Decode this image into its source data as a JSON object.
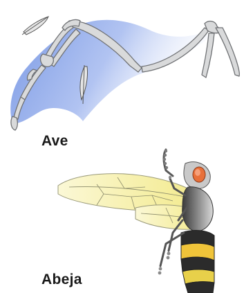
{
  "labels": {
    "bird": "Ave",
    "bee": "Abeja"
  },
  "colors": {
    "bird_wing_fill": "#8fa6e6",
    "bone": "#d9dadb",
    "bone_outline": "#6f7174",
    "bee_wing_fill": "#f2ec9a",
    "bee_stripe": "#f0c43a",
    "bee_dark": "#2b2b2b",
    "bee_eye": "#e8703a"
  },
  "icons": [
    "bird-wing-skeleton",
    "feather-icon",
    "bee-wing",
    "bee-body"
  ]
}
